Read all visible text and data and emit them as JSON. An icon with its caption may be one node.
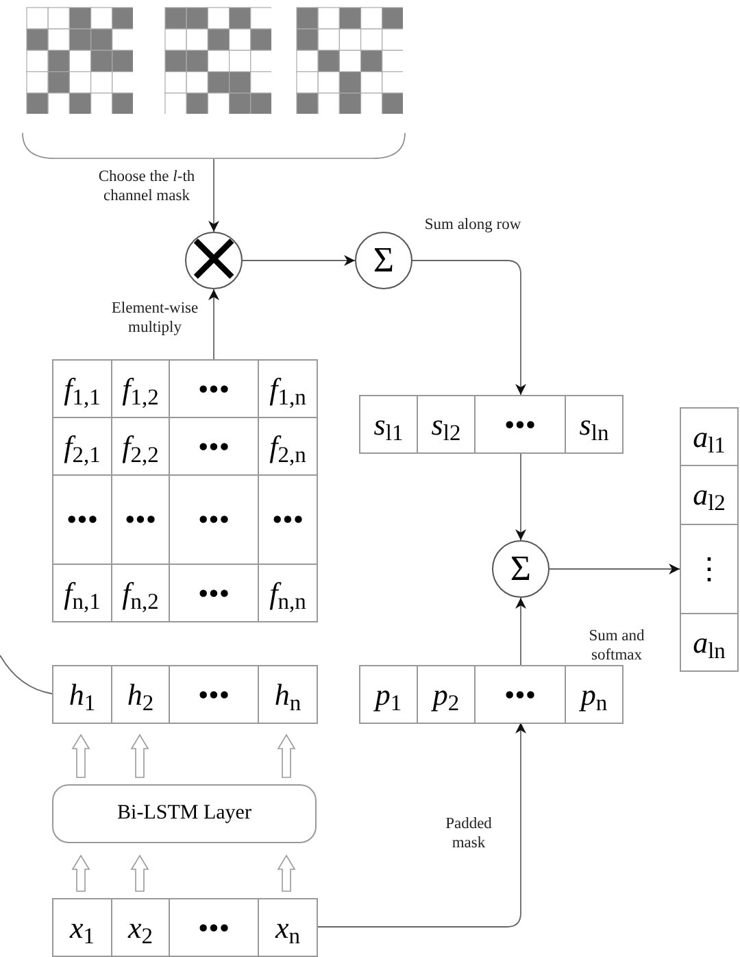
{
  "diagram": {
    "nodes": [
      {
        "text": [],
        "shape": "grid"
      },
      {
        "text": [],
        "shape": "grid"
      },
      {
        "text": [],
        "shape": "grid"
      },
      {
        "text": [
          "×"
        ]
      },
      {
        "text": [
          "Σ"
        ]
      },
      {
        "text": [],
        "shape": "grid"
      },
      {
        "text": [
          "*f*$_{1,1}$"
        ],
        "in": 5
      },
      {
        "text": [
          "*f*$_{1,2}$"
        ],
        "in": 5
      },
      {
        "text": [
          "•••"
        ],
        "in": 5
      },
      {
        "text": [
          "*f*$_{1,n}$"
        ],
        "in": 5
      },
      {
        "text": [
          "*f*$_{2,1}$"
        ],
        "in": 5
      },
      {
        "text": [
          "*f*$_{2,2}$"
        ],
        "in": 5
      },
      {
        "text": [
          "•••"
        ],
        "in": 5
      },
      {
        "text": [
          "*f*$_{2,n}$"
        ],
        "in": 5
      },
      {
        "text": [
          "•••"
        ],
        "in": 5
      },
      {
        "text": [
          "•••"
        ],
        "in": 5
      },
      {
        "text": [
          "•••"
        ],
        "in": 5
      },
      {
        "text": [
          "•••"
        ],
        "in": 5
      },
      {
        "text": [
          "*f*$_{n,1}$"
        ],
        "in": 5
      },
      {
        "text": [
          "*f*$_{n,2}$"
        ],
        "in": 5
      },
      {
        "text": [
          "•••"
        ],
        "in": 5
      },
      {
        "text": [
          "*f*$_{n,n}$"
        ],
        "in": 5
      },
      {
        "text": [],
        "shape": "grid"
      },
      {
        "text": [
          "*s*$_{l1}$"
        ],
        "in": 22
      },
      {
        "text": [
          "*s*$_{l2}$"
        ],
        "in": 22
      },
      {
        "text": [
          "•••"
        ],
        "in": 22
      },
      {
        "text": [
          "*s*$_{ln}$"
        ],
        "in": 22
      },
      {
        "text": [
          "Σ"
        ]
      },
      {
        "text": [],
        "shape": "grid"
      },
      {
        "text": [
          "*a*$_{l1}$"
        ],
        "in": 28
      },
      {
        "text": [
          "*a*$_{l2}$"
        ],
        "in": 28
      },
      {
        "text": [
          "⋮"
        ],
        "in": 28
      },
      {
        "text": [
          "*a*$_{ln}$"
        ],
        "in": 28
      },
      {
        "text": [],
        "shape": "grid"
      },
      {
        "text": [
          "*h*$_{1}$"
        ],
        "in": 33
      },
      {
        "text": [
          "*h*$_{2}$"
        ],
        "in": 33
      },
      {
        "text": [
          "•••"
        ],
        "in": 33
      },
      {
        "text": [
          "*h*$_{n}$"
        ],
        "in": 33
      },
      {
        "text": [],
        "shape": "grid"
      },
      {
        "text": [
          "*p*$_{1}$"
        ],
        "in": 38
      },
      {
        "text": [
          "*p*$_{2}$"
        ],
        "in": 38
      },
      {
        "text": [
          "•••"
        ],
        "in": 38
      },
      {
        "text": [
          "*p*$_{n}$"
        ],
        "in": 38
      },
      {
        "text": [
          "Bi-LSTM Layer"
        ]
      },
      {
        "text": [],
        "shape": "grid"
      },
      {
        "text": [
          "*x*$_{1}$"
        ],
        "in": 44
      },
      {
        "text": [
          "*x*$_{2}$"
        ],
        "in": 44
      },
      {
        "text": [
          "•••"
        ],
        "in": 44
      },
      {
        "text": [
          "*x*$_{n}$"
        ],
        "in": 44
      },
      {
        "text": [],
        "shape": "brace"
      }
    ],
    "edges": [
      {
        "from": 49,
        "to": 3,
        "arrow": "to",
        "label": "Choose the *l*-th channel mask"
      },
      {
        "from": 5,
        "to": 3,
        "arrow": "to",
        "label": "Element-wise multiply"
      },
      {
        "from": 3,
        "to": 4,
        "arrow": "to"
      },
      {
        "from": 4,
        "to": 22,
        "arrow": "to",
        "label": "Sum along row"
      },
      {
        "from": 22,
        "to": 27,
        "arrow": "to"
      },
      {
        "from": 38,
        "to": 27,
        "arrow": "to"
      },
      {
        "from": 27,
        "to": 28,
        "arrow": "to",
        "label": "Sum and softmax"
      },
      {
        "from": 44,
        "to": 38,
        "arrow": "to",
        "label": "Padded mask"
      },
      {
        "from": null,
        "to": 33,
        "arrow": "none"
      },
      {
        "from": 45,
        "to": 43,
        "arrow": "to",
        "style": "thick"
      },
      {
        "from": 46,
        "to": 43,
        "arrow": "to",
        "style": "thick"
      },
      {
        "from": 48,
        "to": 43,
        "arrow": "to",
        "style": "thick"
      },
      {
        "from": 43,
        "to": 34,
        "arrow": "to",
        "style": "thick"
      },
      {
        "from": 43,
        "to": 35,
        "arrow": "to",
        "style": "thick"
      },
      {
        "from": 43,
        "to": 37,
        "arrow": "to",
        "style": "thick"
      }
    ]
  }
}
